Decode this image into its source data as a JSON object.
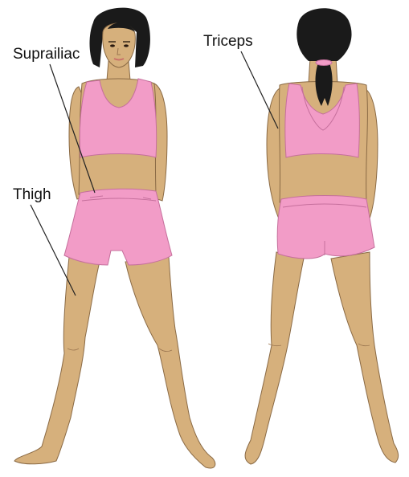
{
  "labels": {
    "suprailiac": "Suprailiac",
    "triceps": "Triceps",
    "thigh": "Thigh"
  },
  "colors": {
    "skin": "#d6b07c",
    "skin_shadow": "#b88f5e",
    "garment": "#f29cc7",
    "garment_shadow": "#de7fb0",
    "hair": "#1a1a1a",
    "outline": "#8a6a45",
    "hair_tie": "#f29cc7",
    "leader_line": "#222222"
  },
  "figures": [
    "front-view",
    "back-view"
  ]
}
